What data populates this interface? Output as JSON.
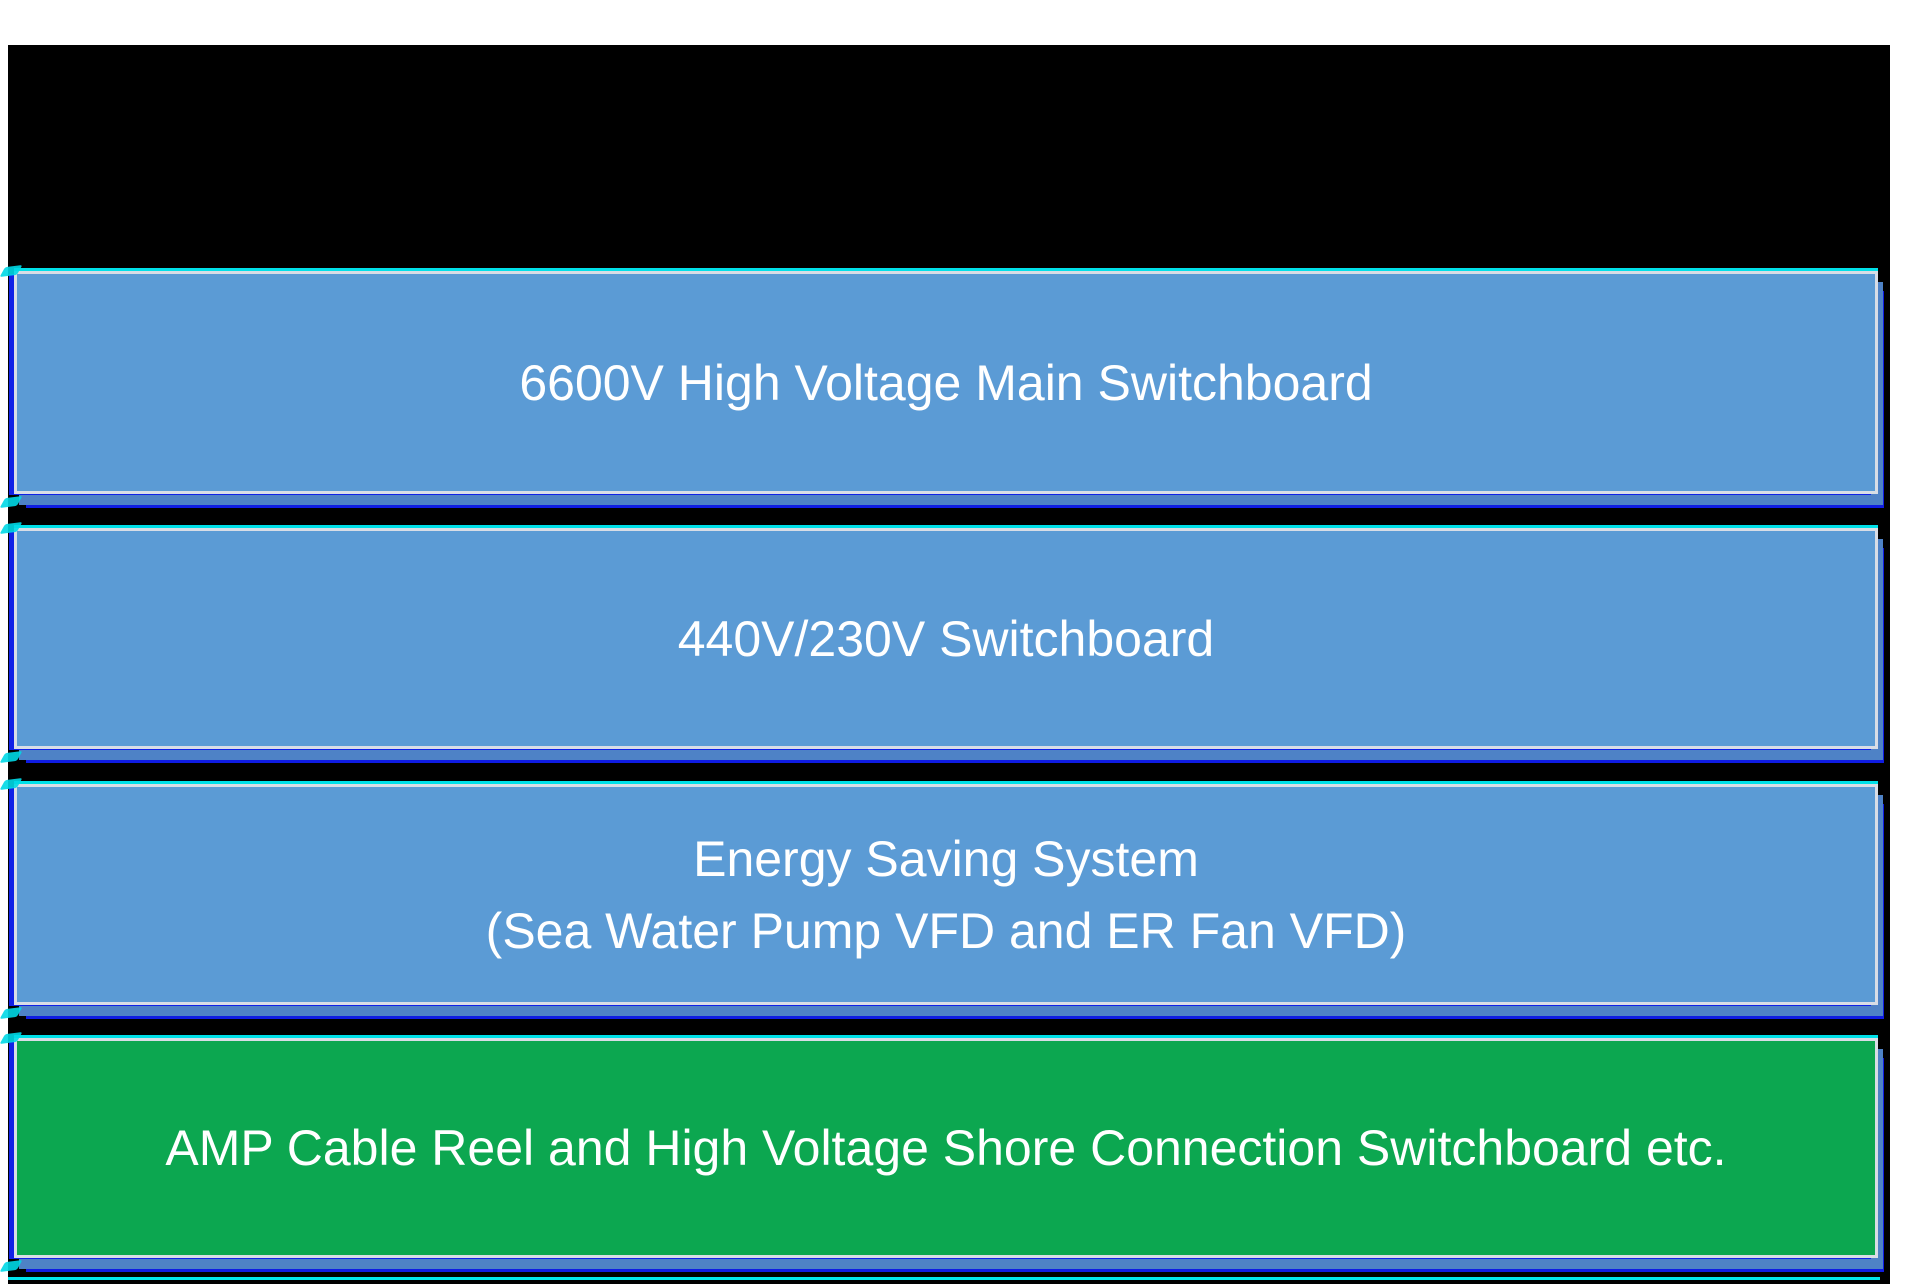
{
  "slide": {
    "background_color": "#000000",
    "margin_color": "#ffffff",
    "colors": {
      "box_blue_fill": "#5b9bd5",
      "box_green_fill": "#0ca750",
      "border_light": "#d8dde6",
      "shadow_royal_blue": "#1021e6",
      "shadow_mid_blue": "#4e82c6",
      "glow_cyan": "#00e0e8",
      "text": "#ffffff"
    },
    "boxes": [
      {
        "name": "hv-main-switchboard",
        "color": "blue",
        "lines": [
          "6600V High Voltage Main Switchboard"
        ]
      },
      {
        "name": "lv-switchboard",
        "color": "blue",
        "lines": [
          "440V/230V Switchboard"
        ]
      },
      {
        "name": "energy-saving-system",
        "color": "blue",
        "lines": [
          "Energy Saving System",
          "(Sea Water Pump VFD and ER Fan VFD)"
        ]
      },
      {
        "name": "amp-cable-reel-shore-connection",
        "color": "green",
        "lines": [
          "AMP Cable Reel and High Voltage Shore Connection Switchboard etc."
        ]
      }
    ]
  }
}
